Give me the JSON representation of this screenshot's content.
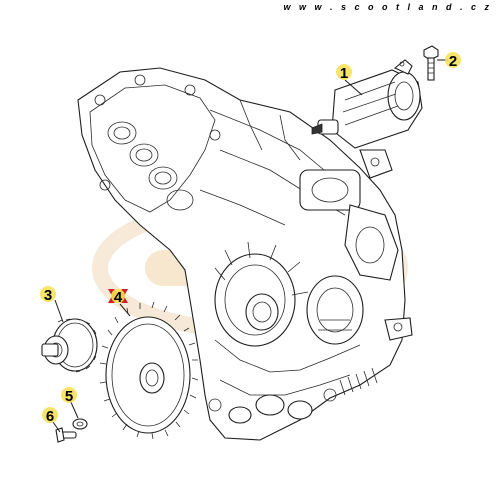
{
  "watermark": "w w w . s c o o t l a n d . c z",
  "callouts": {
    "c1": "1",
    "c2": "2",
    "c3": "3",
    "c4": "4",
    "c5": "5",
    "c6": "6"
  },
  "colors": {
    "callout_fill": "#f5e050",
    "logo_band": "#f3d5a8",
    "highlight_4": "#d22020"
  }
}
